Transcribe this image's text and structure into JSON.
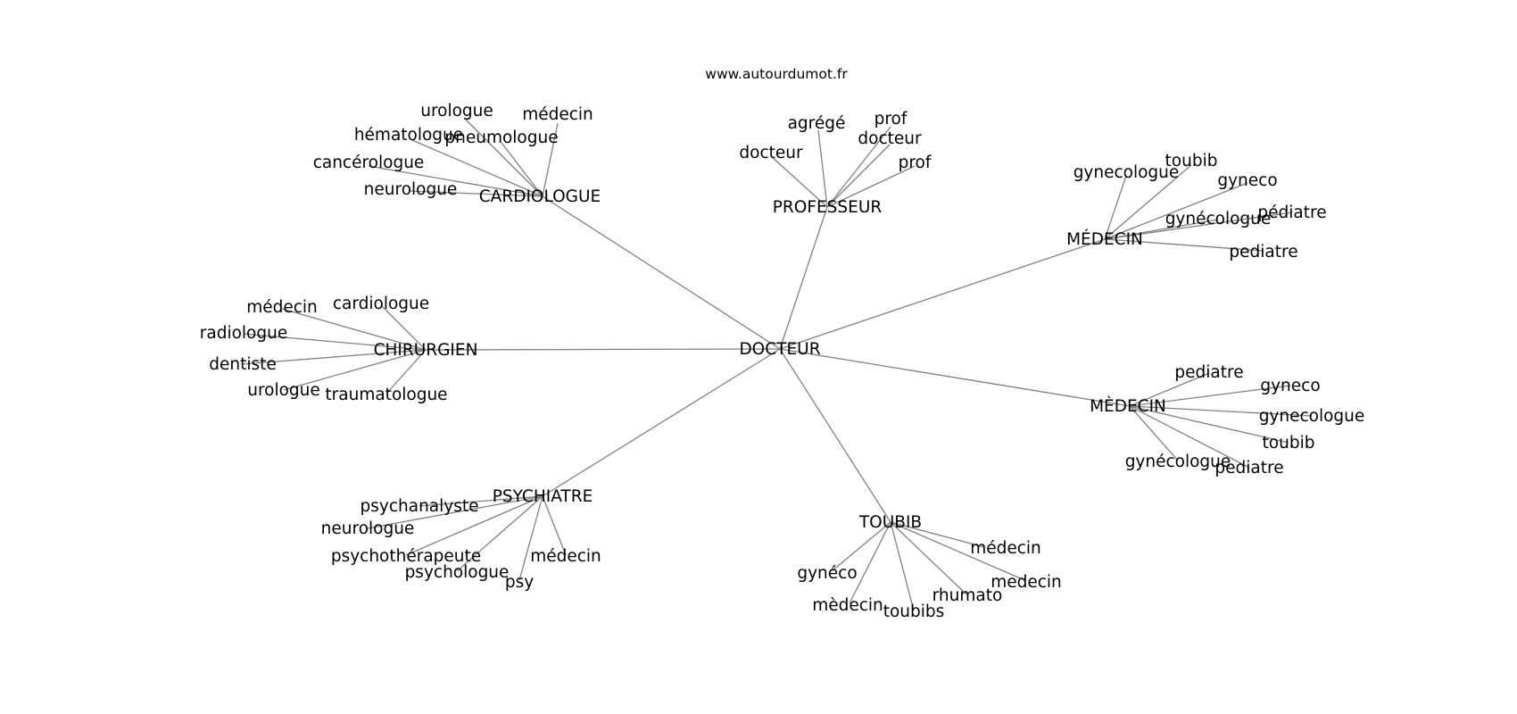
{
  "site": "www.autourdumot.fr",
  "root": "DOCTEUR",
  "groups": [
    {
      "label": "CARDIOLOGUE",
      "leaves": [
        "urologue",
        "médecin",
        "hématologue",
        "pneumologue",
        "cancérologue",
        "neurologue"
      ]
    },
    {
      "label": "PROFESSEUR",
      "leaves": [
        "agrégé",
        "prof",
        "docteur",
        "docteur",
        "prof"
      ]
    },
    {
      "label": "MÉDECIN",
      "leaves": [
        "gynecologue",
        "toubib",
        "gyneco",
        "gynécologue",
        "pédiatre",
        "pediatre"
      ]
    },
    {
      "label": "CHIRURGIEN",
      "leaves": [
        "médecin",
        "cardiologue",
        "radiologue",
        "dentiste",
        "urologue",
        "traumatologue"
      ]
    },
    {
      "label": "MÈDECIN",
      "leaves": [
        "pediatre",
        "gyneco",
        "gynecologue",
        "toubib",
        "gynécologue",
        "pediatre"
      ]
    },
    {
      "label": "PSYCHIATRE",
      "leaves": [
        "psychanalyste",
        "neurologue",
        "psychothérapeute",
        "psychologue",
        "psy",
        "médecin"
      ]
    },
    {
      "label": "TOUBIB",
      "leaves": [
        "gynéco",
        "médecin",
        "mèdecin",
        "medecin",
        "rhumato",
        "toubibs"
      ]
    }
  ]
}
